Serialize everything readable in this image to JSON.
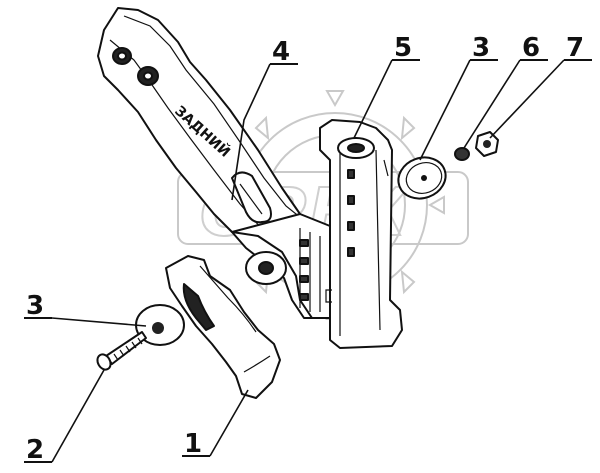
{
  "watermark": {
    "text": "OPEX"
  },
  "stamped_text": "ЗАДНИЙ",
  "callouts": [
    {
      "id": "callout-1",
      "number": "1"
    },
    {
      "id": "callout-2",
      "number": "2"
    },
    {
      "id": "callout-3-left",
      "number": "3"
    },
    {
      "id": "callout-3-right",
      "number": "3"
    },
    {
      "id": "callout-4",
      "number": "4"
    },
    {
      "id": "callout-5",
      "number": "5"
    },
    {
      "id": "callout-6",
      "number": "6"
    },
    {
      "id": "callout-7",
      "number": "7"
    }
  ]
}
